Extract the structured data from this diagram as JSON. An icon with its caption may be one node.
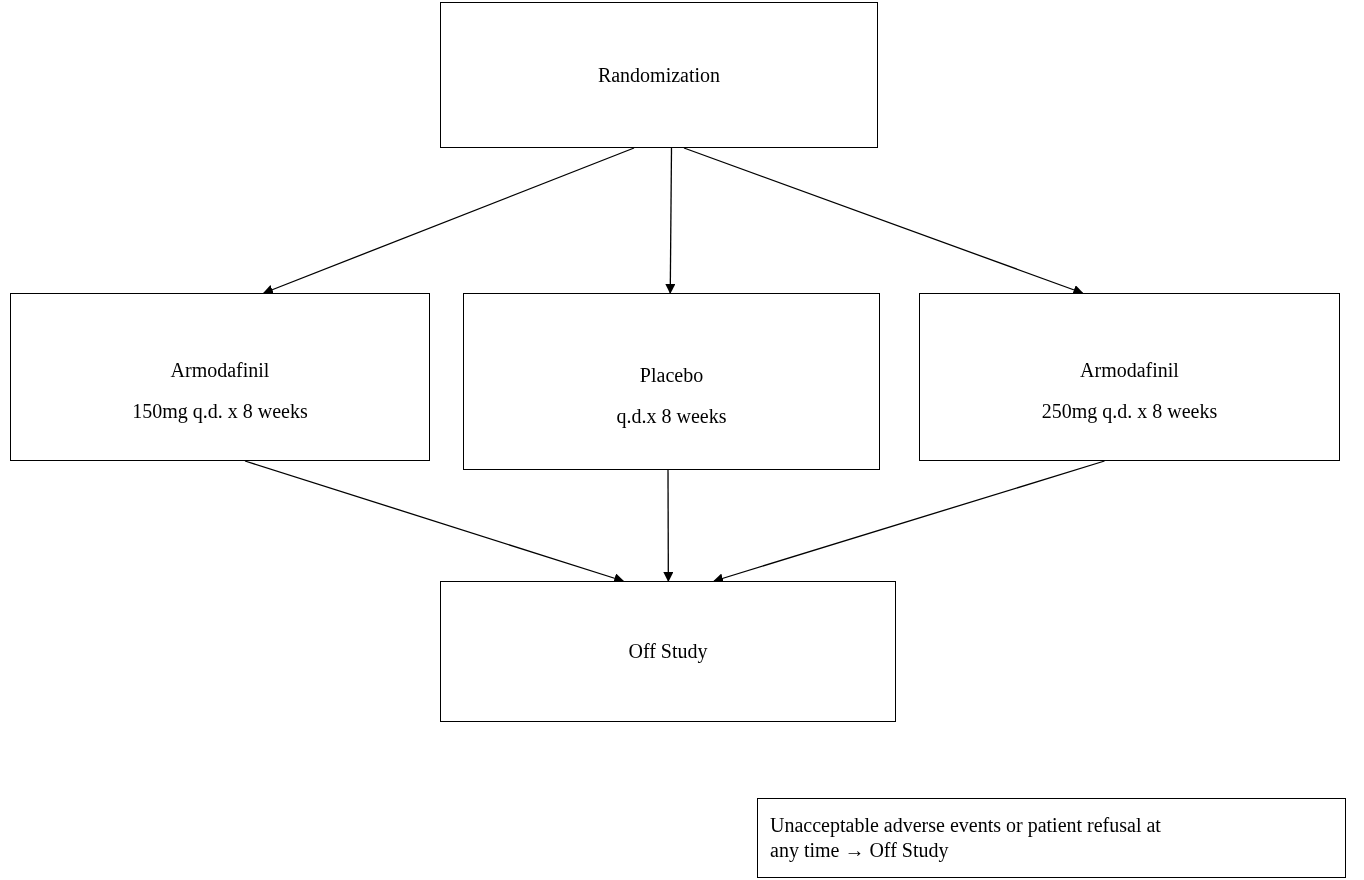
{
  "diagram": {
    "nodes": [
      {
        "text": [
          "Randomization"
        ]
      },
      {
        "text": [
          "Armodafinil",
          "150mg q.d. x 8 weeks"
        ]
      },
      {
        "text": [
          "Placebo",
          "q.d.x 8 weeks"
        ]
      },
      {
        "text": [
          "Armodafinil",
          "250mg q.d. x 8 weeks"
        ]
      },
      {
        "text": [
          "Off Study"
        ]
      },
      {
        "text": [
          "Unacceptable adverse events or patient refusal at any time → Off Study"
        ]
      }
    ],
    "edges": [
      {
        "from": 0,
        "to": 1,
        "arrow": "to"
      },
      {
        "from": 0,
        "to": 2,
        "arrow": "to"
      },
      {
        "from": 0,
        "to": 3,
        "arrow": "to"
      },
      {
        "from": 1,
        "to": 4,
        "arrow": "to"
      },
      {
        "from": 2,
        "to": 4,
        "arrow": "to"
      },
      {
        "from": 3,
        "to": 4,
        "arrow": "to"
      }
    ]
  }
}
